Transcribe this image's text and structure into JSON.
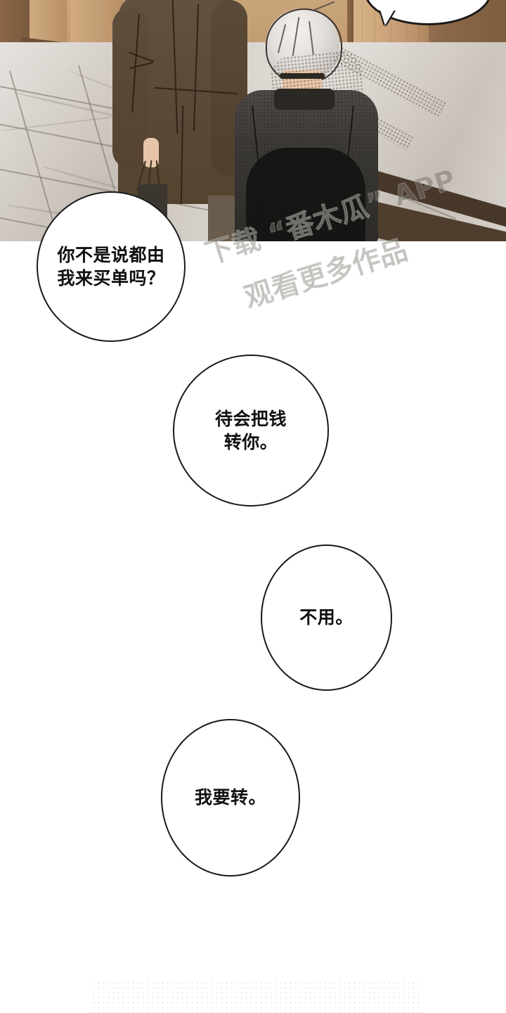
{
  "panel": {
    "scene_description": "Two men seen from behind in a hotel corridor with marble floor and wooden wall panels",
    "figures": [
      {
        "name": "man-in-brown-coat",
        "detail": "tall figure in long brown coat holding shopping bags"
      },
      {
        "name": "man-with-light-hair",
        "detail": "shorter figure with pale grey hair in dark jacket"
      }
    ]
  },
  "bubbles": [
    {
      "id": "bubble-1",
      "text": "你不是说都由\n我来买单吗？",
      "speaker": "man-with-light-hair"
    },
    {
      "id": "bubble-2",
      "text": "待会把钱\n转你。",
      "speaker": "man-with-light-hair"
    },
    {
      "id": "bubble-3",
      "text": "不用。",
      "speaker": "man-in-brown-coat"
    },
    {
      "id": "bubble-4",
      "text": "我要转。",
      "speaker": "man-with-light-hair"
    }
  ],
  "watermark": {
    "line_1": "下载 “番木瓜” APP",
    "line_2": "观看更多作品"
  },
  "colors": {
    "bubble_fill": "#ffffff",
    "bubble_stroke": "#1a1a1a",
    "text": "#111111",
    "watermark": "#787a6e",
    "page_background": "#ffffff",
    "wood_wall": "#c49e74",
    "marble_floor": "#c7bfb6",
    "brown_coat": "#5c4b39",
    "dark_jacket": "#3c3a37",
    "light_hair": "#e2dedb"
  }
}
